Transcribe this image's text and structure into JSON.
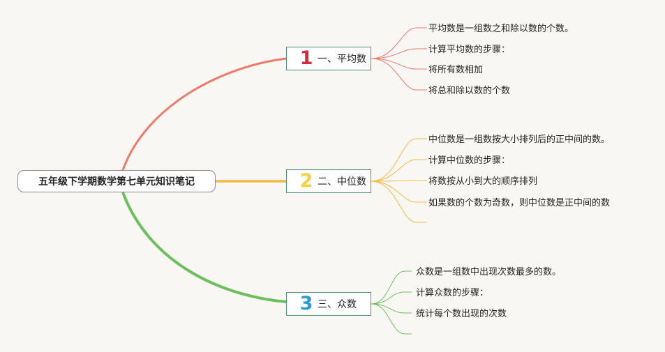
{
  "root": {
    "label": "五年级下学期数学第七单元知识笔记"
  },
  "branches": [
    {
      "number": "1",
      "label": "一、平均数",
      "color": "#ef7a6a",
      "number_color": "#d6293a",
      "leaves": [
        "平均数是一组数之和除以数的个数。",
        "计算平均数的步骤：",
        "将所有数相加",
        "将总和除以数的个数"
      ]
    },
    {
      "number": "2",
      "label": "二、中位数",
      "color": "#f5b93e",
      "number_color": "#f2d340",
      "leaves": [
        "中位数是一组数按大小排列后的正中间的数。",
        "计算中位数的步骤：",
        "将数按从小到大的顺序排列",
        "如果数的个数为奇数，则中位数是正中间的数"
      ]
    },
    {
      "number": "3",
      "label": "三、众数",
      "color": "#6cbf5c",
      "number_color": "#2a9bd8",
      "leaves": [
        "众数是一组数中出现次数最多的数。",
        "计算众数的步骤：",
        "统计每个数出现的次数"
      ]
    }
  ]
}
